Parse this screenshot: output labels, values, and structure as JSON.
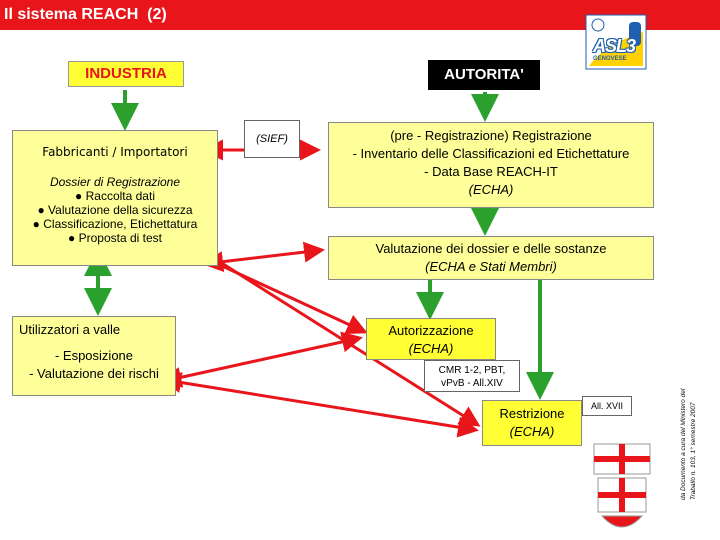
{
  "header": {
    "title": "Il sistema REACH  (2)"
  },
  "logo": {
    "text": "ASL3",
    "subtext": "GENOVESE"
  },
  "labels": {
    "industria": "INDUSTRIA",
    "autorita": "AUTORITA'",
    "sief": "(SIEF)"
  },
  "fabbricanti": {
    "heading": "Fabbricanti / Importatori",
    "title": "Dossier di Registrazione",
    "items": [
      "Raccolta dati",
      "Valutazione della sicurezza",
      "Classificazione, Etichettatura",
      "Proposta di test"
    ]
  },
  "registrazione": {
    "lines": [
      "(pre - Registrazione) Registrazione",
      "- Inventario delle Classificazioni ed Etichettature",
      "- Data Base REACH-IT",
      "(ECHA)"
    ]
  },
  "valutazione": {
    "line1": "Valutazione dei dossier e delle sostanze",
    "line2": "(ECHA e Stati Membri)"
  },
  "utilizzatori": {
    "heading": "Utilizzatori a valle",
    "line1": "- Esposizione",
    "line2": "- Valutazione dei rischi"
  },
  "autorizzazione": {
    "line1": "Autorizzazione",
    "line2": "(ECHA)"
  },
  "cmr": {
    "line1": "CMR 1-2, PBT,",
    "line2": "vPvB - All.XIV"
  },
  "restrizione": {
    "line1": "Restrizione",
    "line2": "(ECHA)"
  },
  "allxvii": "All. XVII",
  "side_note": {
    "line1": "da Documento a cura del Ministero del",
    "line2": "Traballo n. 103, 1° semestre 2007"
  },
  "colors": {
    "header_red": "#e8151b",
    "arrow_green": "#2ca02c",
    "arrow_red": "#e8151b",
    "panel_yellow": "#ffff99",
    "box_yellow": "#ffff33"
  }
}
